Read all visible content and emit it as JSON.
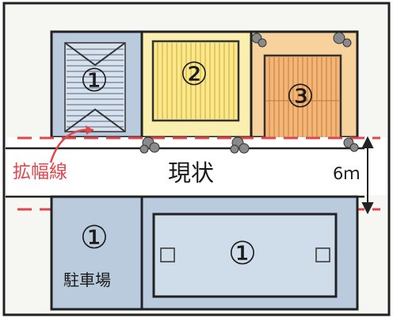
{
  "labels": {
    "lot1_top": "①",
    "lot2": "②",
    "lot3": "③",
    "lot1_parking": "①",
    "lot1_bottom": "①",
    "road": "現状",
    "widening_line": "拡幅線",
    "road_width": "6ｍ",
    "parking": "駐車場"
  },
  "colors": {
    "background": "#f6f6f3",
    "border": "#222222",
    "lot1_fill": "#b9cbdc",
    "lot2_fill": "#fbefb0",
    "lot3_fill": "#f7d29d",
    "lower_lot_fill": "#b9cbdc",
    "inner_house_fill": "#cfdcea",
    "roof_lot1": "#d7e2ee",
    "roof_lot2": "#fbe88a",
    "roof_lot3": "#f3b676",
    "dashed_line": "#e0474c",
    "stones": "#8a8a8a",
    "road": "#ffffff"
  },
  "icons": {
    "stones": "garden-stone-icon",
    "arrow": "pointer-arrow-icon",
    "dimension": "dimension-arrow-icon"
  }
}
